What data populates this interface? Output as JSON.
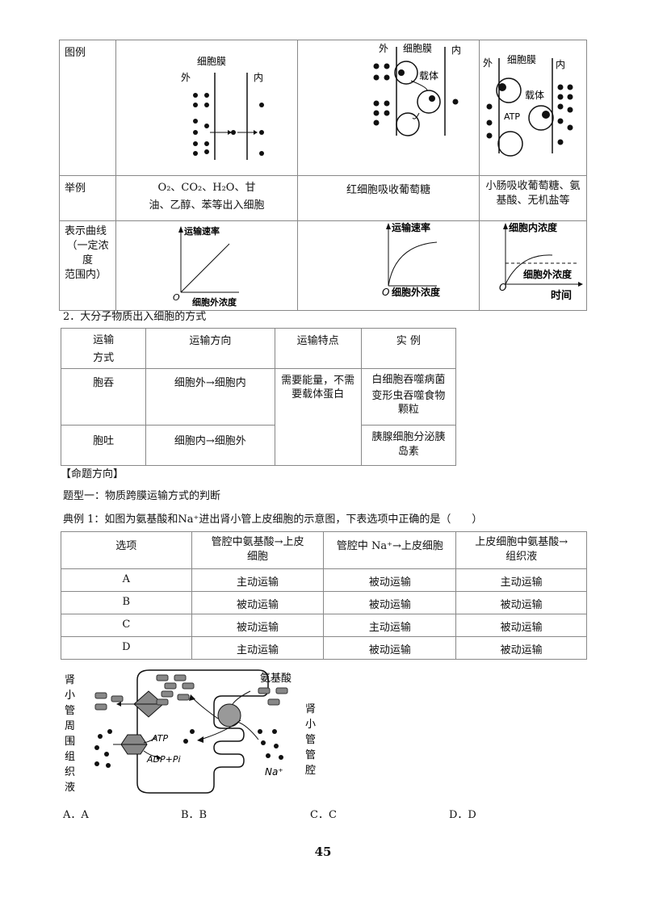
{
  "table1": {
    "row_labels": {
      "legend": "图例",
      "example": "举例",
      "curve": "表示曲线",
      "curve_sub": [
        "（一定浓",
        "度",
        "范围内）"
      ]
    },
    "diagrams": {
      "outside": "外",
      "membrane": "细胞膜",
      "inside": "内",
      "carrier": "载体",
      "atp": "ATP"
    },
    "examples": {
      "free_line1": "O₂、CO₂、H₂O、甘",
      "free_line2": "油、乙醇、苯等出入细胞",
      "facilitated": "红细胞吸收葡萄糖",
      "active_line1": "小肠吸收葡萄糖、氨",
      "active_line2": "基酸、无机盐等"
    },
    "curves": {
      "rate": "运输速率",
      "origin": "O",
      "outer_conc": "细胞外浓度",
      "inner_conc": "细胞内浓度",
      "time": "时间"
    }
  },
  "section2_title": "2．大分子物质出入细胞的方式",
  "table2": {
    "headers": [
      "运输",
      "方式",
      "运输方向",
      "运输特点",
      "实  例"
    ],
    "rows": [
      {
        "mode": "胞吞",
        "direction": "细胞外→细胞内",
        "examples": [
          "白细胞吞噬病菌",
          "变形虫吞噬食物",
          "颗粒"
        ]
      },
      {
        "mode": "胞吐",
        "direction": "细胞内→细胞外",
        "examples": [
          "胰腺细胞分泌胰",
          "岛素"
        ]
      }
    ],
    "feature": [
      "需要能量，不需",
      "要载体蛋白"
    ]
  },
  "heading_direction": "【命题方向】",
  "heading_type1": "题型一：物质跨膜运输方式的判断",
  "question": "典例 1：如图为氨基酸和Na⁺进出肾小管上皮细胞的示意图，下表选项中正确的是（　　）",
  "table3": {
    "headers": [
      "选项",
      "管腔中氨基酸→上皮",
      "细胞",
      "管腔中 Na⁺→上皮细胞",
      "上皮细胞中氨基酸→",
      "组织液"
    ],
    "rows": [
      [
        "A",
        "主动运输",
        "被动运输",
        "主动运输"
      ],
      [
        "B",
        "被动运输",
        "被动运输",
        "被动运输"
      ],
      [
        "C",
        "被动运输",
        "主动运输",
        "被动运输"
      ],
      [
        "D",
        "主动运输",
        "被动运输",
        "被动运输"
      ]
    ]
  },
  "figure": {
    "left_label": [
      "肾",
      "小",
      "管",
      "周",
      "围",
      "组",
      "织",
      "液"
    ],
    "right_label": [
      "肾",
      "小",
      "管",
      "管",
      "腔"
    ],
    "amino": "氨基酸",
    "atp": "ATP",
    "adp": "ADP+Pi",
    "na": "Na⁺"
  },
  "options": [
    "A．A",
    "B．B",
    "C．C",
    "D．D"
  ],
  "page_number": "45"
}
